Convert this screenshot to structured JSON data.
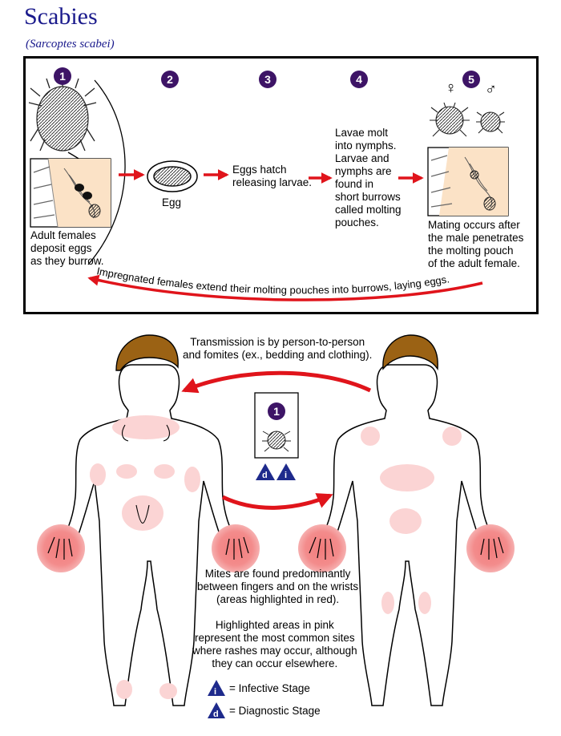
{
  "header": {
    "title": "Scabies",
    "subtitle": "(Sarcoptes scabei)"
  },
  "cycle": {
    "stage_numbers": [
      "1",
      "2",
      "3",
      "4",
      "5"
    ],
    "stage1_text": "Adult females\ndeposit eggs\nas they burrow.",
    "egg_label": "Egg",
    "stage3_text": "Eggs hatch\nreleasing larvae.",
    "stage4_text": "Lavae molt\ninto nymphs.\nLarvae and\nnymphs are\nfound in\nshort burrows\ncalled molting\npouches.",
    "stage5_text": "Mating occurs after\nthe male penetrates\nthe molting pouch\nof the adult female.",
    "female_symbol": "♀",
    "male_symbol": "♂",
    "return_text": "Impregnated females extend their molting pouches into burrows, laying eggs."
  },
  "transmission": {
    "text": "Transmission is by person-to-person\nand fomites (ex., bedding and clothing).",
    "card_number": "1",
    "badge_d": "d",
    "badge_i": "i"
  },
  "notes": {
    "mites_text": "Mites are found predominantly\nbetween fingers and on the wrists\n(areas highlighted in red).",
    "pink_text": "Highlighted areas in pink\nrepresent the most common sites\nwhere rashes may occur, although\nthey can occur elsewhere."
  },
  "legend": {
    "infective_symbol": "i",
    "infective_label": "= Infective Stage",
    "diagnostic_symbol": "d",
    "diagnostic_label": "= Diagnostic Stage"
  },
  "colors": {
    "title": "#1a1a8c",
    "stage_circle": "#3d1466",
    "arrow_red": "#e0141b",
    "hair": "#9b6214",
    "skin_tan": "#fbe2c6",
    "rash_pink": "#fbd4d4",
    "hand_red": "#f07070",
    "badge_blue": "#1e2a8c"
  }
}
